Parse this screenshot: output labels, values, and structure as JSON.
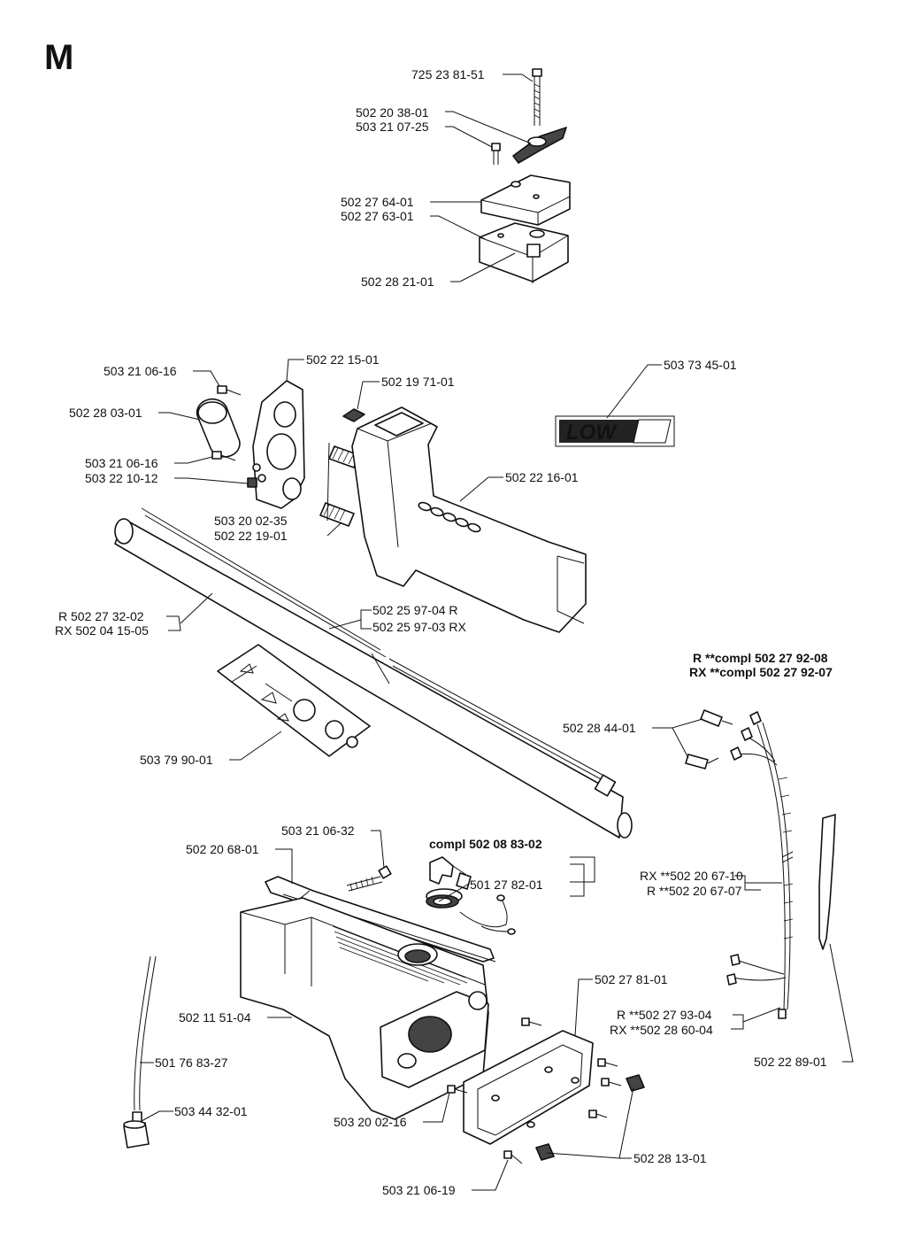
{
  "section_letter": "M",
  "callouts": {
    "c1": "725 23 81-51",
    "c2": "502 20 38-01",
    "c3": "503 21 07-25",
    "c4": "502 27 64-01",
    "c5": "502 27 63-01",
    "c6": "502 28 21-01",
    "c7": "502 22 15-01",
    "c8": "503 21 06-16",
    "c9": "502 19 71-01",
    "c10": "502 28 03-01",
    "c11": "503 73 45-01",
    "c12": "503 21 06-16",
    "c13": "503 22 10-12",
    "c14": "502 22 16-01",
    "c15": "503 20 02-35",
    "c16": "502 22 19-01",
    "c17": "R 502 27 32-02",
    "c18": "RX 502 04 15-05",
    "c19": "502 25 97-04 R",
    "c20": "502 25 97-03 RX",
    "c21": "502 28 44-01",
    "c22": "503 79 90-01",
    "c23": "503 21 06-32",
    "c24": "502 20 68-01",
    "c25": "501 27 82-01",
    "c26": "RX **502 20 67-10",
    "c27": "R **502 20 67-07",
    "c28": "502 27 81-01",
    "c29": "502 11 51-04",
    "c30": "R **502 27 93-04",
    "c31": "RX **502 28 60-04",
    "c32": "501 76 83-27",
    "c33": "502 22 89-01",
    "c34": "503 44 32-01",
    "c35": "503 20 02-16",
    "c36": "502 28 13-01",
    "c37": "503 21 06-19"
  },
  "headings": {
    "kit_r": "R **compl 502 27 92-08",
    "kit_rx": "RX **compl 502 27 92-07",
    "cap_kit": "compl 502 08 83-02"
  },
  "decal_logo": "LOW"
}
